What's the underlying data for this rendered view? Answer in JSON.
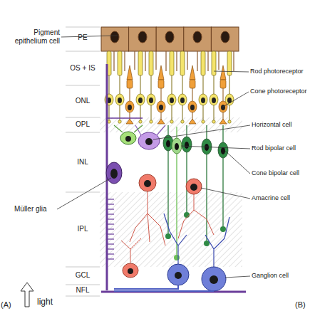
{
  "diagram": {
    "labels": [
      "PE",
      "OS + IS",
      "ONL",
      "OPL",
      "INL",
      "IPL",
      "GCL",
      "NFL",
      "Pigment epithelium cell",
      "Müller glia",
      "light",
      "(A)",
      "Rod photoreceptor",
      "Cone photoreceptor",
      "Horizontal cell",
      "Rod bipolar cell",
      "Cone bipolar cell",
      "Amacrine cell",
      "Ganglion cell",
      "(B)"
    ]
  }
}
